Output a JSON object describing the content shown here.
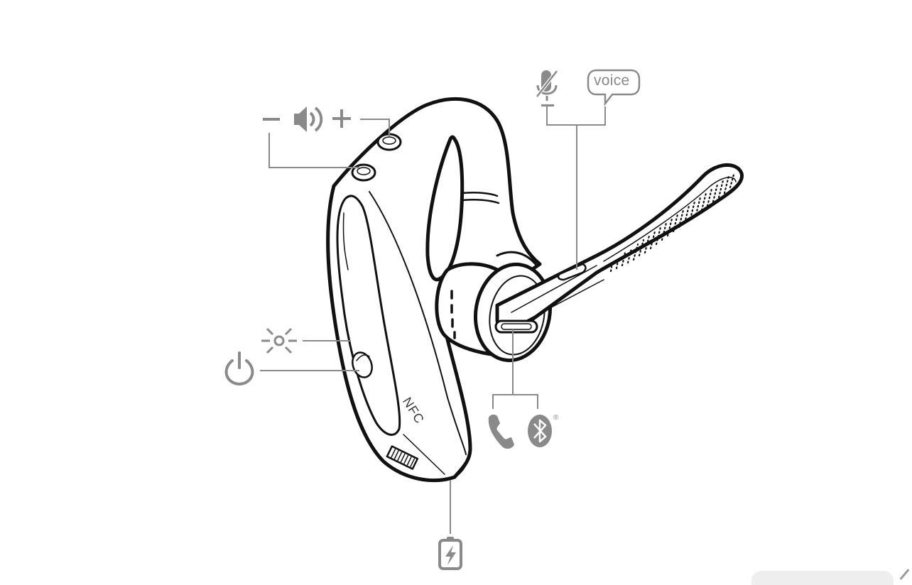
{
  "diagram": {
    "subject": "Bluetooth headset with boom microphone",
    "line_color": "#111111",
    "callout_color": "#8a8a8a",
    "callouts": [
      {
        "id": "volume",
        "icons": [
          "minus-icon",
          "speaker-icon",
          "plus-icon"
        ],
        "label_minus": "−",
        "label_plus": "+",
        "targets": "volume buttons"
      },
      {
        "id": "mute-voice",
        "icons": [
          "mic-mute-icon",
          "voice-bubble-icon"
        ],
        "voice_label": "voice",
        "targets": "boom button"
      },
      {
        "id": "indicator",
        "icons": [
          "led-light-icon"
        ],
        "targets": "indicator light"
      },
      {
        "id": "power",
        "icons": [
          "power-icon"
        ],
        "targets": "power switch"
      },
      {
        "id": "call-bluetooth",
        "icons": [
          "phone-icon",
          "bluetooth-icon"
        ],
        "registered_mark": "®",
        "targets": "call button"
      },
      {
        "id": "charge",
        "icons": [
          "battery-charging-icon"
        ],
        "targets": "charging port"
      }
    ],
    "nfc_label": "NFC"
  }
}
